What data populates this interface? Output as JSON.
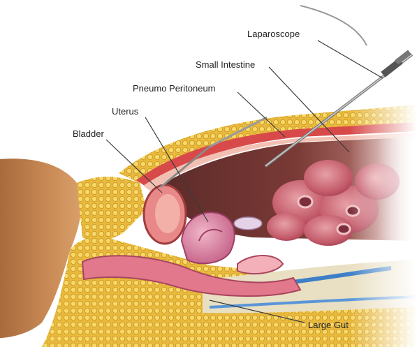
{
  "figure": {
    "labels": {
      "laparoscope": "Laparoscope",
      "small_intestine": "Small Intestine",
      "pneumo_peritoneum": "Pneumo Peritoneum",
      "uterus": "Uterus",
      "bladder": "Bladder",
      "large_gut": "Large Gut"
    }
  }
}
